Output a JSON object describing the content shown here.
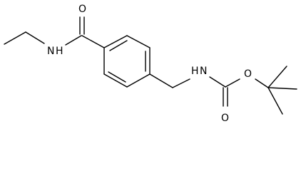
{
  "figure": {
    "atoms": {
      "amide_n": "N",
      "amide_h": "H",
      "amide_o": "O",
      "carbamate_n": "N",
      "carbamate_h": "H",
      "carbonyl_o": "O",
      "ester_o": "O"
    }
  }
}
